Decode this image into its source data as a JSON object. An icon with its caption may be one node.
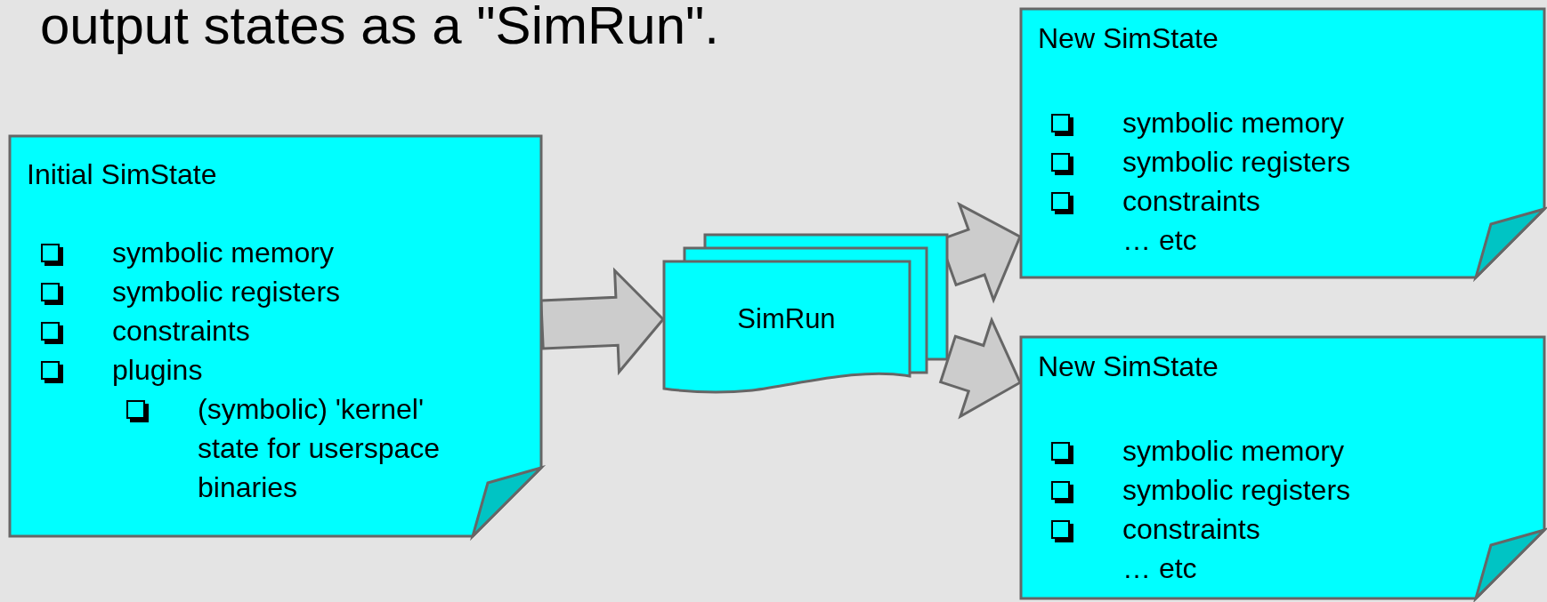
{
  "diagram": {
    "title": "output states as a \"SimRun\".",
    "nodes": [
      {
        "text": [
          "Initial SimState",
          "symbolic memory",
          "symbolic registers",
          "constraints",
          "plugins",
          "(symbolic) 'kernel' state for userspace binaries"
        ]
      },
      {
        "text": [
          "SimRun"
        ]
      },
      {
        "text": [
          "New SimState",
          "symbolic memory",
          "symbolic registers",
          "constraints",
          "… etc"
        ]
      },
      {
        "text": [
          "New SimState",
          "symbolic memory",
          "symbolic registers",
          "constraints",
          "… etc"
        ]
      }
    ],
    "edges": [
      {
        "from": 0,
        "to": 1,
        "arrow": "to"
      },
      {
        "from": 1,
        "to": 2,
        "arrow": "to"
      },
      {
        "from": 1,
        "to": 3,
        "arrow": "to"
      }
    ]
  }
}
